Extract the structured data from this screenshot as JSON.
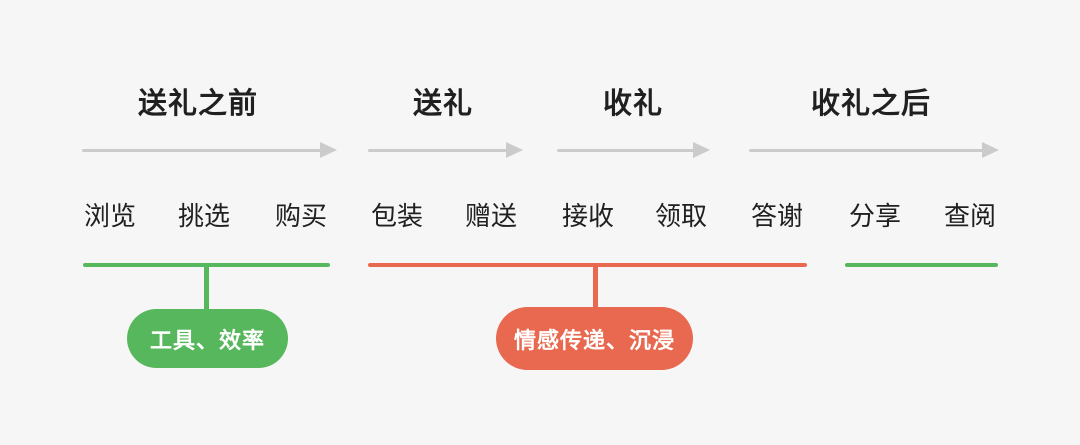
{
  "phases": [
    {
      "label": "送礼之前",
      "steps": [
        "浏览",
        "挑选",
        "购买"
      ]
    },
    {
      "label": "送礼",
      "steps": [
        "包装",
        "赠送"
      ]
    },
    {
      "label": "收礼",
      "steps": [
        "接收",
        "领取"
      ]
    },
    {
      "label": "收礼之后",
      "steps": [
        "答谢",
        "分享",
        "查阅"
      ]
    }
  ],
  "annotations": [
    {
      "label": "工具、效率",
      "color": "#57b75c"
    },
    {
      "label": "情感传递、沉浸",
      "color": "#e96950"
    }
  ],
  "colors": {
    "green": "#57b75c",
    "red": "#e96950",
    "arrow": "#cbcbcb",
    "background": "#f6f6f6",
    "text": "#202020",
    "pill-text": "#ffffff"
  }
}
